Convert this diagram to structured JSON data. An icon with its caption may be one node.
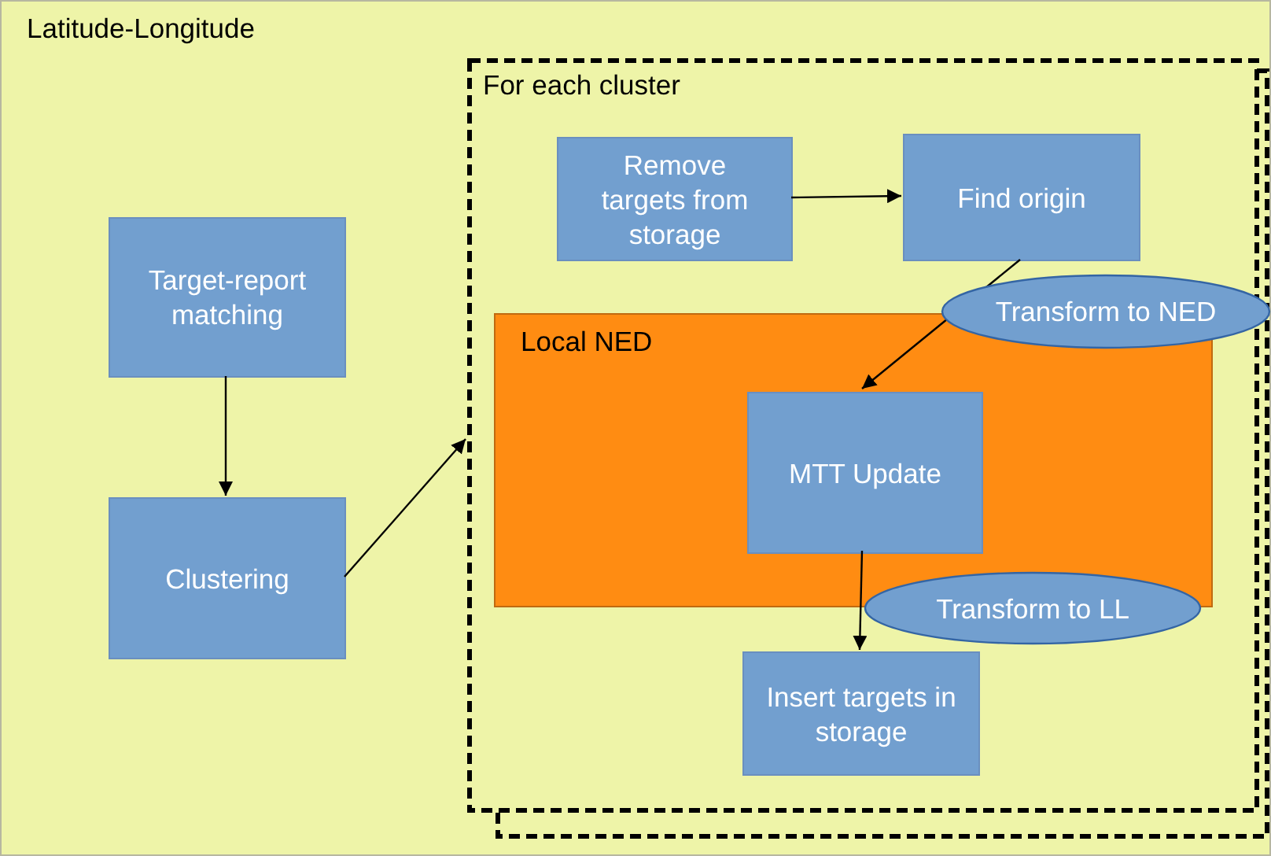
{
  "diagram": {
    "nodes": [
      {
        "text": [
          "Latitude-Longitude"
        ]
      },
      {
        "text": [
          "Target-report matching"
        ],
        "in": 0
      },
      {
        "text": [
          "Clustering"
        ],
        "in": 0
      },
      {
        "text": [
          "For each cluster"
        ],
        "in": 0
      },
      {
        "text": [
          "Remove targets from storage"
        ],
        "in": 3
      },
      {
        "text": [
          "Find origin"
        ],
        "in": 3
      },
      {
        "text": [
          "Local NED"
        ],
        "in": 3
      },
      {
        "text": [
          "MTT Update"
        ],
        "in": 6
      },
      {
        "text": [
          "Insert targets in storage"
        ],
        "in": 3
      }
    ],
    "edges": [
      {
        "from": 1,
        "to": 2,
        "arrow": "to"
      },
      {
        "from": 2,
        "to": 3,
        "arrow": "to"
      },
      {
        "from": 4,
        "to": 5,
        "arrow": "to"
      },
      {
        "from": 5,
        "to": 7,
        "arrow": "to",
        "label": "Transform to NED"
      },
      {
        "from": 7,
        "to": 8,
        "arrow": "to",
        "label": "Transform to LL"
      }
    ]
  }
}
